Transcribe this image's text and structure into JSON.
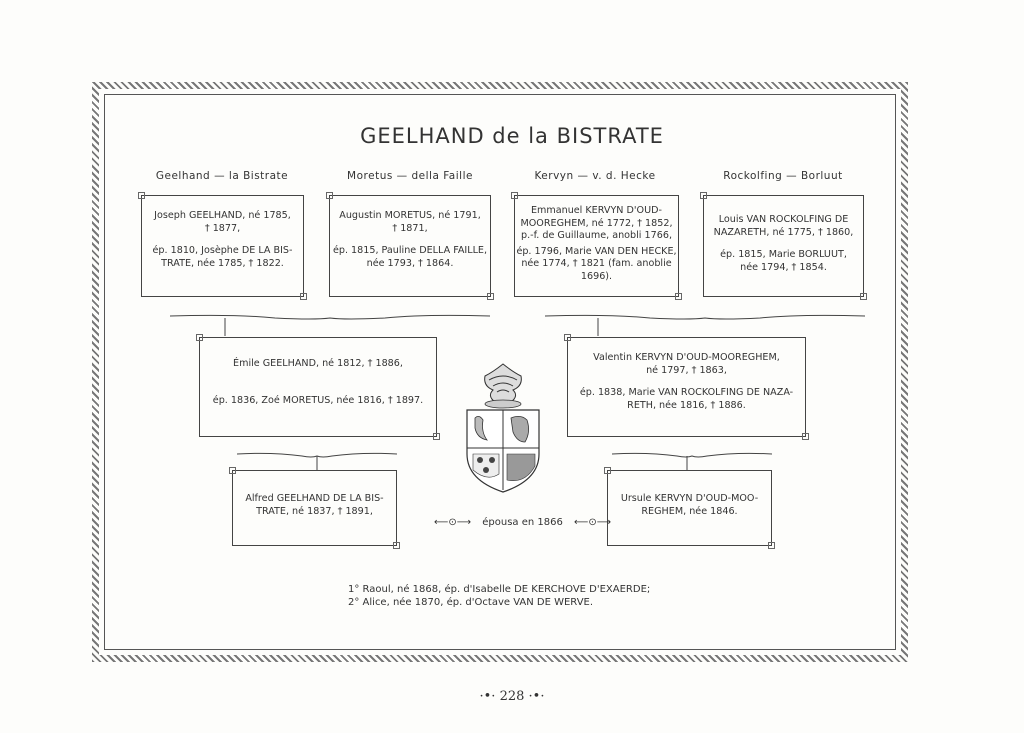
{
  "title": "GEELHAND de la BISTRATE",
  "columns": [
    {
      "label": "Geelhand — la Bistrate"
    },
    {
      "label": "Moretus — della Faille"
    },
    {
      "label": "Kervyn — v. d. Hecke"
    },
    {
      "label": "Rockolfing — Borluut"
    }
  ],
  "boxes": {
    "b1": {
      "l1": "Joseph GEELHAND, né 1785,",
      "l2": "† 1877,",
      "l3": "ép. 1810, Josèphe DE LA BIS-",
      "l4": "TRATE, née 1785, † 1822."
    },
    "b2": {
      "l1": "Augustin MORETUS, né 1791,",
      "l2": "† 1871,",
      "l3": "ép. 1815, Pauline DELLA FAILLE,",
      "l4": "née 1793, † 1864."
    },
    "b3": {
      "l1": "Emmanuel KERVYN D'OUD-",
      "l2": "MOOREGHEM, né 1772, † 1852,",
      "l3": "p.-f. de Guillaume, anobli 1766,",
      "l4": "ép. 1796, Marie VAN DEN HECKE,",
      "l5": "née 1774, † 1821 (fam. anoblie",
      "l6": "1696)."
    },
    "b4": {
      "l1": "Louis VAN ROCKOLFING DE",
      "l2": "NAZARETH, né 1775, † 1860,",
      "l3": "ép. 1815, Marie BORLUUT,",
      "l4": "née 1794, † 1854."
    },
    "b5": {
      "l1": "Émile GEELHAND, né 1812, † 1886,",
      "l2": "ép. 1836, Zoé MORETUS, née 1816, † 1897."
    },
    "b6": {
      "l1": "Valentin KERVYN D'OUD-MOOREGHEM,",
      "l2": "né 1797, † 1863,",
      "l3": "ép. 1838, Marie VAN ROCKOLFING DE NAZA-",
      "l4": "RETH, née 1816, † 1886."
    },
    "b7": {
      "l1": "Alfred GEELHAND DE LA BIS-",
      "l2": "TRATE, né 1837, † 1891,"
    },
    "b8": {
      "l1": "Ursule KERVYN D'OUD-MOO-",
      "l2": "REGHEM, née 1846."
    }
  },
  "marriage": "épousa en 1866",
  "children": [
    "1° Raoul, né 1868, ép. d'Isabelle DE KERCHOVE D'EXAERDE;",
    "2° Alice, née 1870, ép. d'Octave VAN DE WERVE."
  ],
  "page_number": "228",
  "coat_of_arms": "coat-of-arms-icon"
}
